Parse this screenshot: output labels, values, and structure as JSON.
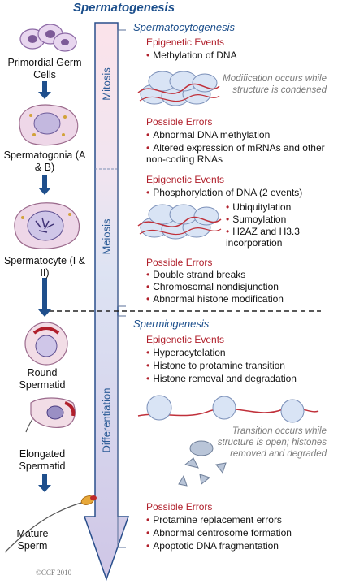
{
  "title": "Spermatogenesis",
  "stages": [
    {
      "name": "Primordial Germ Cells"
    },
    {
      "name": "Spermatogonia (A & B)"
    },
    {
      "name": "Spermatocyte (I & II)"
    },
    {
      "name": "Round Spermatid"
    },
    {
      "name": "Elongated Spermatid"
    },
    {
      "name": "Mature Sperm"
    }
  ],
  "phases": [
    "Mitosis",
    "Meiosis",
    "Differentiation"
  ],
  "spermatocytogenesis": {
    "title": "Spermatocytogenesis",
    "mitosis": {
      "events_heading": "Epigenetic Events",
      "events": [
        "Methylation of DNA"
      ],
      "note": "Modification occurs while structure is condensed",
      "errors_heading": "Possible Errors",
      "errors": [
        "Abnormal DNA methylation",
        "Altered expression of mRNAs and other non-coding RNAs"
      ]
    },
    "meiosis": {
      "events_heading": "Epigenetic Events",
      "events": [
        "Phosphorylation of DNA (2 events)",
        "Ubiquitylation",
        "Sumoylation",
        "H2AZ and H3.3 incorporation"
      ],
      "errors_heading": "Possible Errors",
      "errors": [
        "Double strand breaks",
        "Chromosomal nondisjunction",
        "Abnormal histone modification"
      ]
    }
  },
  "spermiogenesis": {
    "title": "Spermiogenesis",
    "events_heading": "Epigenetic Events",
    "events": [
      "Hyperacytelation",
      "Histone to protamine transition",
      "Histone removal and degradation"
    ],
    "note": "Transition occurs while structure is open; histones removed and degraded",
    "errors_heading": "Possible Errors",
    "errors": [
      "Protamine replacement errors",
      "Abnormal centrosome formation",
      "Apoptotic DNA fragmentation"
    ]
  },
  "copyright": "©CCF 2010",
  "colors": {
    "accent_blue": "#1c4f8c",
    "accent_red": "#b01f2b",
    "mitosis_fill": "#fbe3ea",
    "differentiation_fill": "#d9d2ec"
  }
}
